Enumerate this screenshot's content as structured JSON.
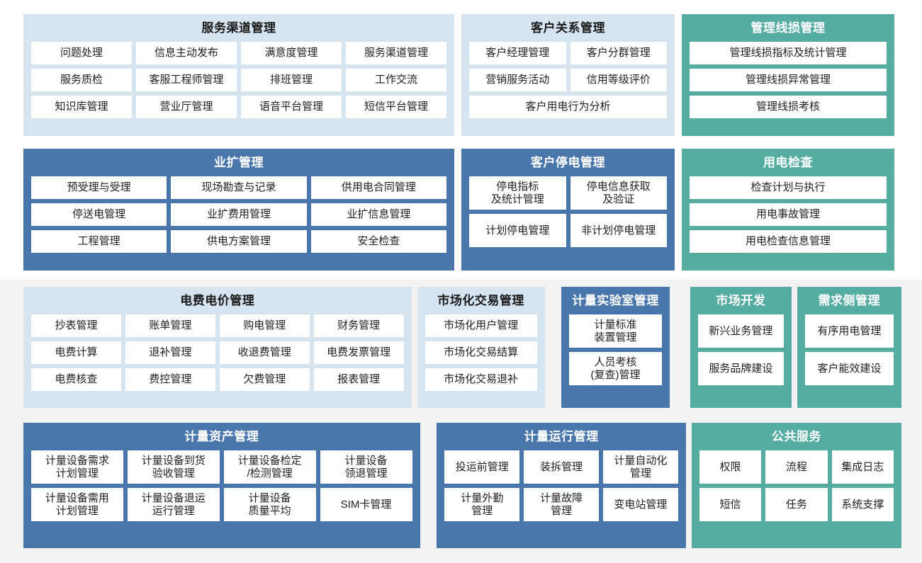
{
  "theme": {
    "page_background": "#ffffff",
    "band_background": "#f2f2f2",
    "panel_light_blue": "#d6e4f0",
    "panel_dark_blue": "#4a77ab",
    "panel_green": "#55ada1",
    "cell_background": "#ffffff",
    "cell_text": "#1f1f1f"
  },
  "rows": [
    {
      "panels": [
        {
          "title": "服务渠道管理",
          "style": "blue-light",
          "cells": [
            [
              "问题处理",
              "信息主动发布",
              "满意度管理",
              "服务渠道管理"
            ],
            [
              "服务质检",
              "客服工程师管理",
              "排班管理",
              "工作交流"
            ],
            [
              "知识库管理",
              "营业厅管理",
              "语音平台管理",
              "短信平台管理"
            ]
          ]
        },
        {
          "title": "客户关系管理",
          "style": "blue-light",
          "cells": [
            [
              "客户经理管理",
              "客户分群管理"
            ],
            [
              "营销服务活动",
              "信用等级评价"
            ],
            [
              "客户用电行为分析"
            ]
          ]
        },
        {
          "title": "管理线损管理",
          "style": "green",
          "cells": [
            [
              "管理线损指标及统计管理"
            ],
            [
              "管理线损异常管理"
            ],
            [
              "管理线损考核"
            ]
          ]
        }
      ]
    },
    {
      "panels": [
        {
          "title": "业扩管理",
          "style": "blue-dark",
          "cells": [
            [
              "预受理与受理",
              "现场勘查与记录",
              "供用电合同管理"
            ],
            [
              "停送电管理",
              "业扩费用管理",
              "业扩信息管理"
            ],
            [
              "工程管理",
              "供电方案管理",
              "安全检查"
            ]
          ]
        },
        {
          "title": "客户停电管理",
          "style": "blue-dark",
          "cells": [
            [
              "停电指标\n及统计管理",
              "停电信息获取\n及验证"
            ],
            [
              "计划停电管理",
              "非计划停电管理"
            ]
          ]
        },
        {
          "title": "用电检查",
          "style": "green",
          "cells": [
            [
              "检查计划与执行"
            ],
            [
              "用电事故管理"
            ],
            [
              "用电检查信息管理"
            ]
          ]
        }
      ]
    },
    {
      "panels": [
        {
          "title": "电费电价管理",
          "style": "blue-light",
          "cells": [
            [
              "抄表管理",
              "账单管理",
              "购电管理",
              "财务管理"
            ],
            [
              "电费计算",
              "退补管理",
              "收退费管理",
              "电费发票管理"
            ],
            [
              "电费核查",
              "费控管理",
              "欠费管理",
              "报表管理"
            ]
          ]
        },
        {
          "title": "市场化交易管理",
          "style": "blue-light",
          "cells": [
            [
              "市场化用户管理"
            ],
            [
              "市场化交易结算"
            ],
            [
              "市场化交易退补"
            ]
          ]
        },
        {
          "title": "计量实验室管理",
          "style": "blue-dark",
          "cells": [
            [
              "计量标准\n装置管理"
            ],
            [
              "人员考核\n(复查)管理"
            ]
          ]
        },
        {
          "title": "市场开发",
          "style": "green",
          "cells": [
            [
              "新兴业务管理"
            ],
            [
              "服务品牌建设"
            ]
          ]
        },
        {
          "title": "需求侧管理",
          "style": "green",
          "cells": [
            [
              "有序用电管理"
            ],
            [
              "客户能效建设"
            ]
          ]
        }
      ]
    },
    {
      "panels": [
        {
          "title": "计量资产管理",
          "style": "blue-dark",
          "cells": [
            [
              "计量设备需求\n计划管理",
              "计量设备到货\n验收管理",
              "计量设备检定\n/检测管理",
              "计量设备\n领退管理"
            ],
            [
              "计量设备需用\n计划管理",
              "计量设备退运\n运行管理",
              "计量设备\n质量平均",
              "SIM卡管理"
            ]
          ]
        },
        {
          "title": "计量运行管理",
          "style": "blue-dark",
          "cells": [
            [
              "投运前管理",
              "装拆管理",
              "计量自动化\n管理"
            ],
            [
              "计量外勤\n管理",
              "计量故障\n管理",
              "变电站管理"
            ]
          ]
        },
        {
          "title": "公共服务",
          "style": "green",
          "cells": [
            [
              "权限",
              "流程",
              "集成日志"
            ],
            [
              "短信",
              "任务",
              "系统支撑"
            ]
          ]
        }
      ]
    }
  ]
}
